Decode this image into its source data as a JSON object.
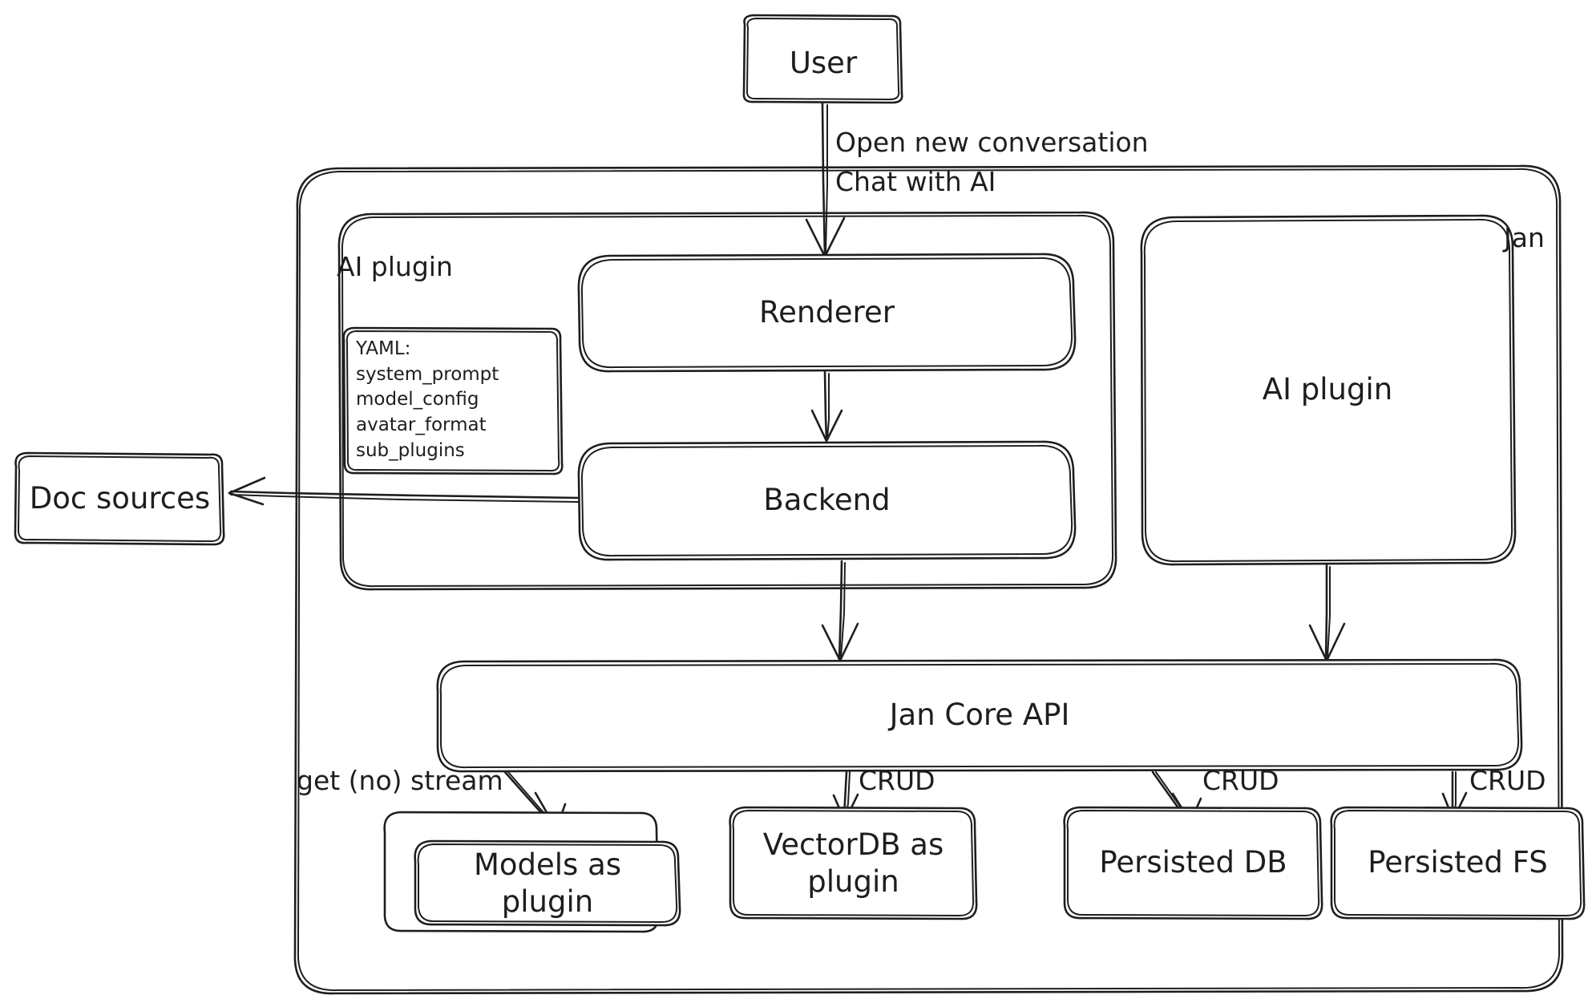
{
  "diagram": {
    "title": "Jan architecture diagram",
    "style": "hand-drawn",
    "stroke_color": "#1e1e1e",
    "fill_color": "#ffffff",
    "background": "#ffffff"
  },
  "containers": {
    "jan": {
      "label": "Jan"
    },
    "ai_plugin_group": {
      "label": "AI plugin"
    }
  },
  "nodes": {
    "user": {
      "label": "User"
    },
    "renderer": {
      "label": "Renderer"
    },
    "backend": {
      "label": "Backend"
    },
    "yaml_card": {
      "title": "YAML:",
      "items": [
        "system_prompt",
        "model_config",
        "avatar_format",
        "sub_plugins"
      ]
    },
    "ai_plugin_box": {
      "label": "AI plugin"
    },
    "jan_core_api": {
      "label": "Jan Core API"
    },
    "doc_sources": {
      "label": "Doc sources"
    },
    "models_plugin": {
      "line1": "Models as",
      "line2": "plugin"
    },
    "vectordb_plugin": {
      "line1": "VectorDB as",
      "line2": "plugin"
    },
    "persisted_db": {
      "label": "Persisted DB"
    },
    "persisted_fs": {
      "label": "Persisted FS"
    }
  },
  "edges": [
    {
      "from": "user",
      "to": "renderer",
      "label_line1": "Open new conversation",
      "label_line2": "Chat with AI"
    },
    {
      "from": "renderer",
      "to": "backend",
      "label": ""
    },
    {
      "from": "backend",
      "to": "doc_sources",
      "label": ""
    },
    {
      "from": "backend",
      "to": "jan_core_api",
      "label": ""
    },
    {
      "from": "ai_plugin_box",
      "to": "jan_core_api",
      "label": ""
    },
    {
      "from": "jan_core_api",
      "to": "models_plugin",
      "label": "get (no) stream"
    },
    {
      "from": "jan_core_api",
      "to": "vectordb_plugin",
      "label": "CRUD"
    },
    {
      "from": "jan_core_api",
      "to": "persisted_db",
      "label": "CRUD"
    },
    {
      "from": "jan_core_api",
      "to": "persisted_fs",
      "label": "CRUD"
    }
  ],
  "edge_labels": {
    "user_to_renderer_1": "Open new conversation",
    "user_to_renderer_2": "Chat with AI",
    "get_no_stream": "get (no) stream",
    "crud_1": "CRUD",
    "crud_2": "CRUD",
    "crud_3": "CRUD"
  }
}
